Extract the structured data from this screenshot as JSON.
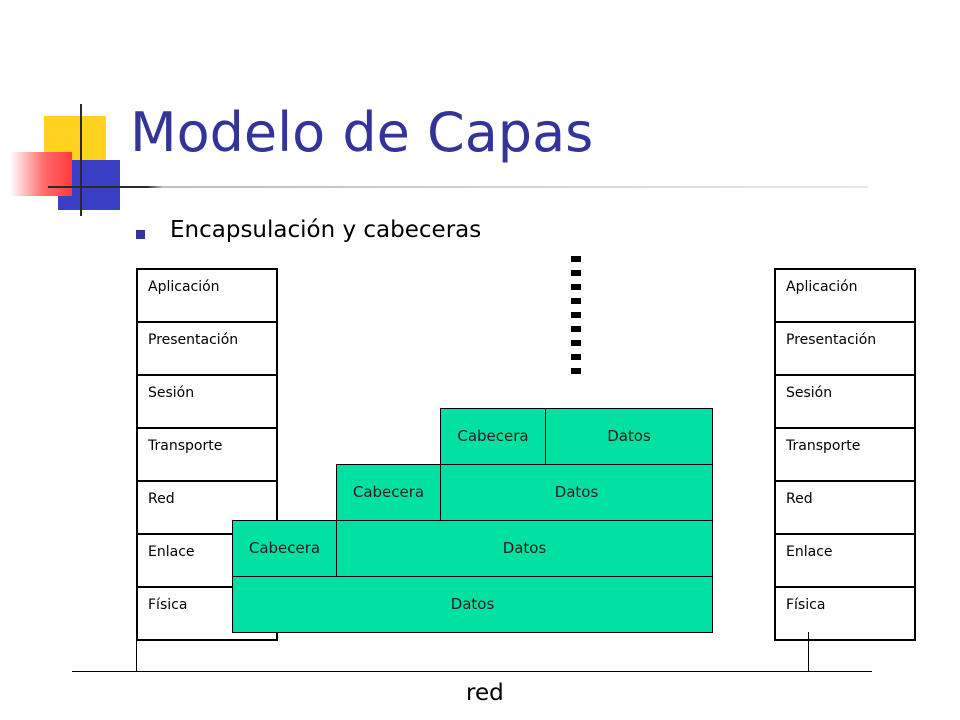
{
  "title": "Modelo de Capas",
  "subtitle": "Encapsulación y cabeceras",
  "left_stack": [
    "Aplicación",
    "Presentación",
    "Sesión",
    "Transporte",
    "Red",
    "Enlace",
    "Física"
  ],
  "right_stack": [
    "Aplicación",
    "Presentación",
    "Sesión",
    "Transporte",
    "Red",
    "Enlace",
    "Física"
  ],
  "encapsulation": {
    "transport": {
      "header": "Cabecera",
      "data": "Datos"
    },
    "network": {
      "header": "Cabecera",
      "data": "Datos"
    },
    "link": {
      "header": "Cabecera",
      "data": "Datos"
    },
    "physical": {
      "data": "Datos"
    }
  },
  "network_label": "red",
  "colors": {
    "title": "#333399",
    "block": "#00e0a0"
  }
}
